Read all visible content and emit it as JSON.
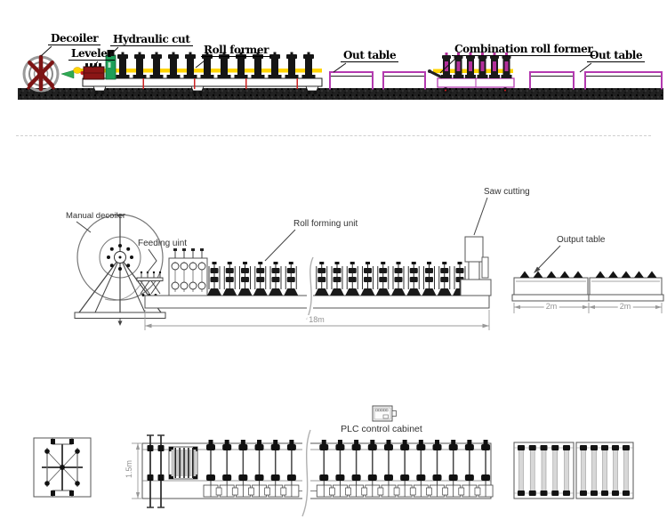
{
  "title": "Roll forming production line diagram",
  "colors": {
    "dark_red": "#7d1414",
    "yellow": "#ffd400",
    "green": "#1d9e58",
    "magenta": "#b43ab0",
    "red": "#cc2222",
    "ground": "#212121",
    "line_gray": "#555555",
    "dim_gray": "#999999"
  },
  "side_view": {
    "labels": {
      "decoiler": "Decoiler",
      "leveler": "Leveler",
      "hydraulic_cut": "Hydraulic cut",
      "roll_former": "Roll former",
      "out_table_left": "Out table",
      "combination_roll_former": "Combination roll former",
      "out_table_right": "Out table"
    }
  },
  "layout_view": {
    "labels": {
      "manual_decoiler": "Manual decoiler",
      "feeding_unit": "Feeding uint",
      "roll_forming_unit": "Roll forming unit",
      "saw_cutting": "Saw cutting",
      "output_table": "Output table"
    },
    "dimensions": {
      "machine_length": "18m",
      "output_table_1": "2m",
      "output_table_2": "2m"
    }
  },
  "plan_view": {
    "labels": {
      "plc_control_cabinet": "PLC control cabinet"
    },
    "dimensions": {
      "machine_width": "1.5m"
    }
  },
  "figure": {
    "roll_former_stand_count": 12,
    "combination_stand_count": 6,
    "forming_stand_count": 17,
    "plan_shaft_count": 18,
    "output_table_triangle_count": 5,
    "output_table_roller_count": 5
  }
}
